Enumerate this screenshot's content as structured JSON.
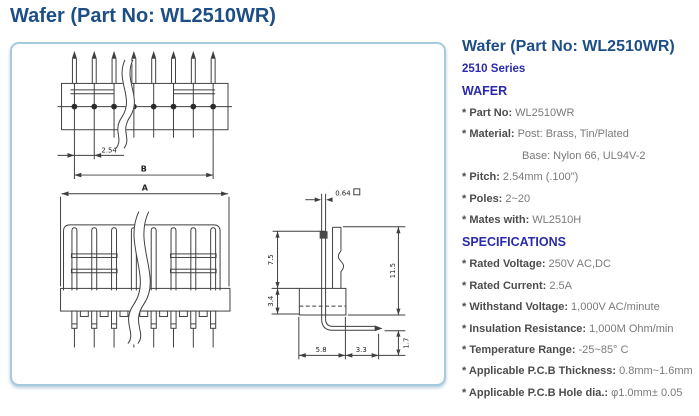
{
  "page": {
    "title": "Wafer (Part No: WL2510WR)"
  },
  "drawing": {
    "dims": {
      "pitch": "2.54",
      "b": "B",
      "a": "A",
      "pin": "0.64",
      "pin_h": "7.5",
      "base_h": "3.4",
      "total_h": "11.5",
      "base_w": "5.8",
      "tail": "3.3",
      "tail_h": "1.7"
    }
  },
  "panel": {
    "heading": "Wafer (Part No: WL2510WR)",
    "series": "2510 Series",
    "section1": "WAFER",
    "specs1": [
      {
        "label": "* Part No:",
        "value": "WL2510WR"
      },
      {
        "label": "* Material:",
        "value": "Post: Brass, Tin/Plated"
      },
      {
        "label": "",
        "value": "Base: Nylon 66, UL94V-2"
      },
      {
        "label": "* Pitch:",
        "value": "2.54mm (.100\")"
      },
      {
        "label": "* Poles:",
        "value": "2~20"
      },
      {
        "label": "* Mates with:",
        "value": "WL2510H"
      }
    ],
    "section2": "SPECIFICATIONS",
    "specs2": [
      {
        "label": "* Rated Voltage:",
        "value": "250V AC,DC"
      },
      {
        "label": "* Rated Current:",
        "value": "2.5A"
      },
      {
        "label": "* Withstand Voltage:",
        "value": "1,000V AC/minute"
      },
      {
        "label": "* Insulation Resistance:",
        "value": "1,000M Ohm/min"
      },
      {
        "label": "* Temperature Range:",
        "value": "-25~85° C"
      },
      {
        "label": "* Applicable P.C.B Thickness:",
        "value": "0.8mm~1.6mm"
      },
      {
        "label": "* Applicable P.C.B Hole dia.:",
        "value": "φ1.0mm± 0.05"
      }
    ]
  },
  "colors": {
    "heading_blue": "#1d4e85",
    "series_blue": "#2a2aad",
    "label_gray": "#4c4c4c",
    "value_gray": "#7a7a7a",
    "box_border": "#a3cbdd",
    "line_ink": "#3f3f3f"
  }
}
